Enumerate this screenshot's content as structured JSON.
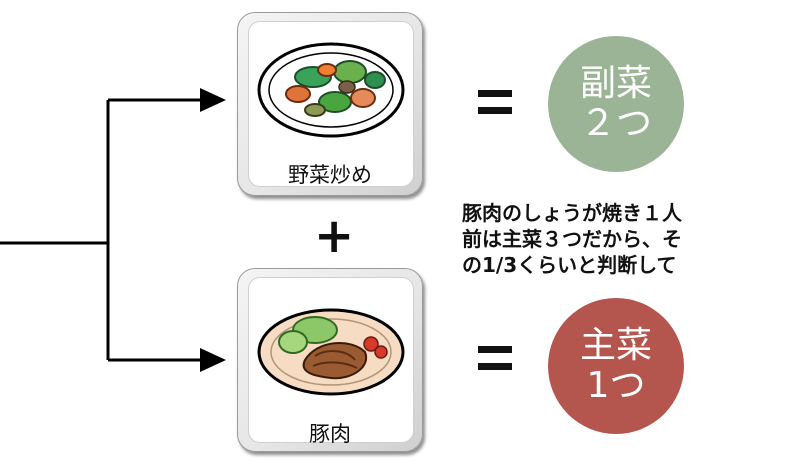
{
  "diagram": {
    "top_item": {
      "label": "野菜炒め",
      "icon": "stir-fry-vegetables-plate"
    },
    "bottom_item": {
      "label": "豚肉",
      "icon": "pork-ginger-plate"
    },
    "plus_sign": "+",
    "equals_sign": "=",
    "result_side_dish": {
      "line1": "副菜",
      "line2": "２つ",
      "color": "#9cb496"
    },
    "result_main_dish": {
      "line1": "主菜",
      "line2": "1つ",
      "color": "#b5564e"
    },
    "note": "豚肉のしょうが焼き１人\n前は主菜３つだから、そ\nの1/3くらいと判断して"
  }
}
